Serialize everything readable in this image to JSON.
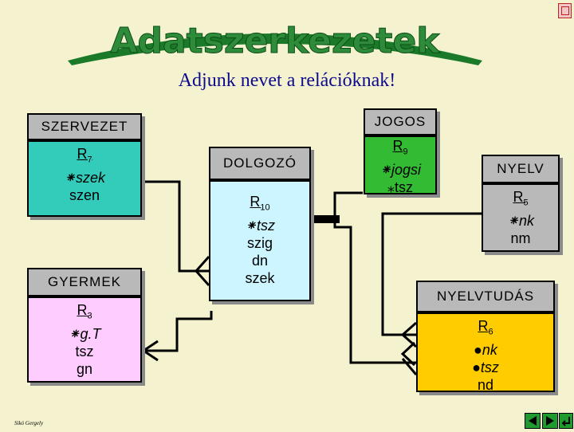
{
  "title": "Adatszerkezetek",
  "subtitle": "Adjunk nevet a relációknak!",
  "author": "Sikó Gergely",
  "entities": {
    "szervezet": {
      "name": "SZERVEZET",
      "rel": "R",
      "rel_sub": "7",
      "lines": [
        "⁕szek",
        "szen"
      ]
    },
    "gyermek": {
      "name": "GYERMEK",
      "rel": "R",
      "rel_sub": "3",
      "lines": [
        "⁕g.T",
        "tsz",
        "gn"
      ]
    },
    "dolgozo": {
      "name": "DOLGOZÓ",
      "rel": "R",
      "rel_sub": "10",
      "lines": [
        "⁕tsz",
        "szig",
        "dn",
        "szek"
      ]
    },
    "jogos": {
      "name": "JOGOS",
      "rel": "R",
      "rel_sub": "9",
      "lines": [
        "⁕jogsi",
        "⁎tsz"
      ]
    },
    "nyelv": {
      "name": "NYELV",
      "rel": "R",
      "rel_sub": "5",
      "lines": [
        "⁕nk",
        "nm"
      ]
    },
    "nyelvtudas": {
      "name": "NYELVTUDÁS",
      "rel": "R",
      "rel_sub": "6",
      "lines": [
        "●nk",
        "●tsz",
        "nd"
      ]
    }
  },
  "colors": {
    "szervezet": "#33ccbb",
    "gyermek": "#ffccff",
    "dolgozo": "#ccf5ff",
    "jogos": "#33bb33",
    "nyelv": "#b9b9b9",
    "nyelvtudas": "#ffcc00",
    "title": "#1a7a2a"
  }
}
